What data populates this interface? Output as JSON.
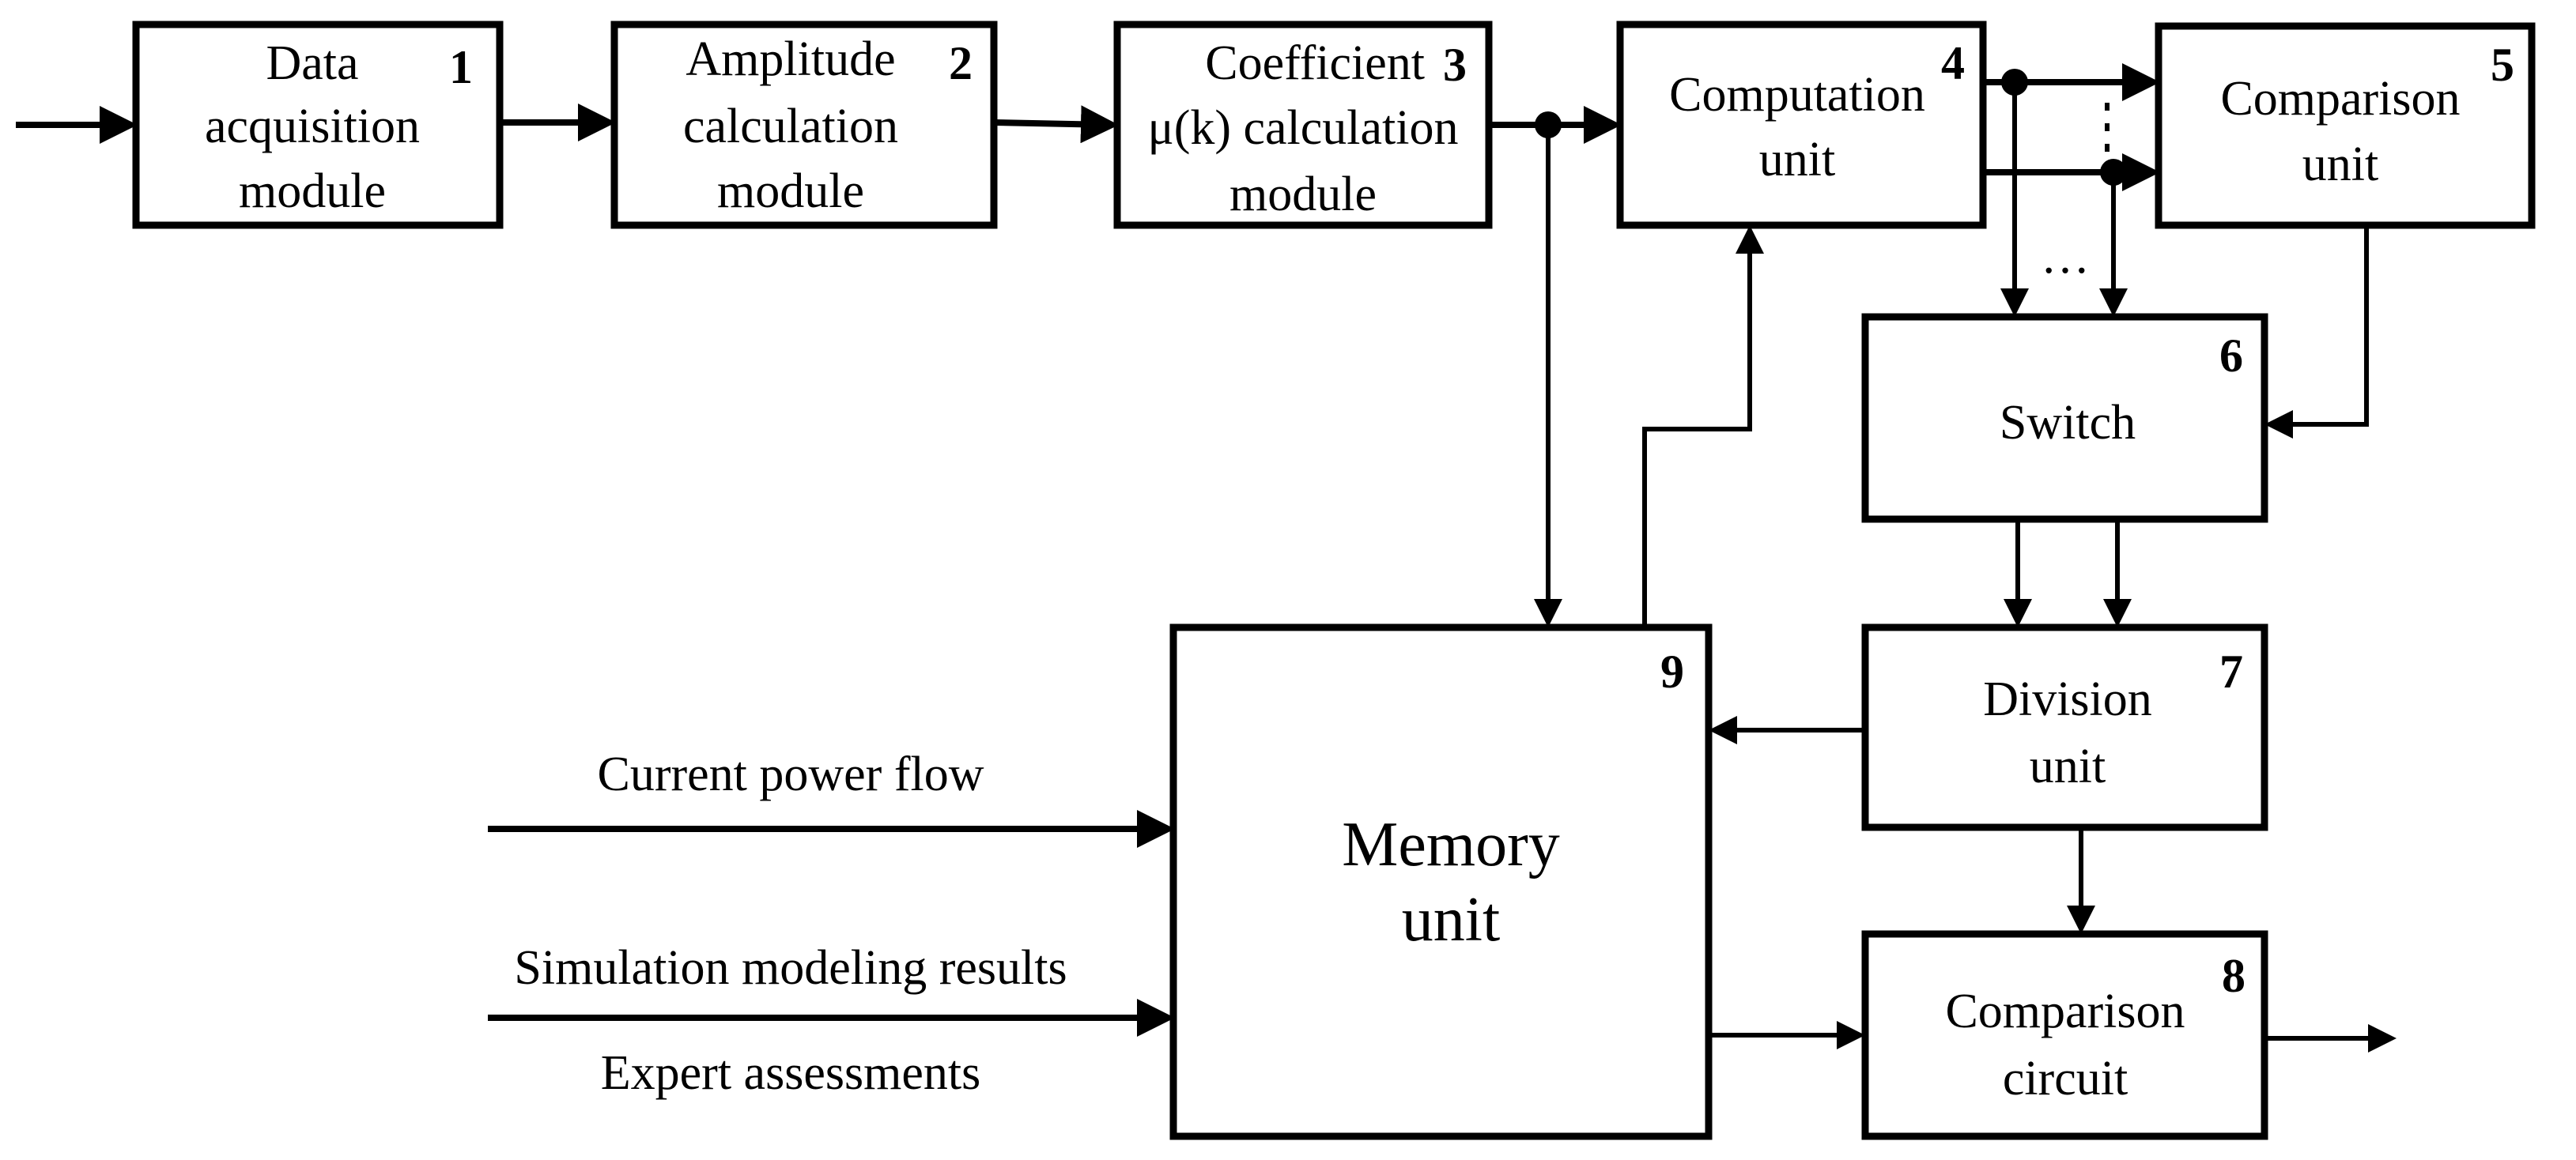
{
  "diagram": {
    "blocks": [
      {
        "id": "1",
        "lines": [
          "Data",
          "acquisition",
          "module"
        ]
      },
      {
        "id": "2",
        "lines": [
          "Amplitude",
          "calculation",
          "module"
        ]
      },
      {
        "id": "3",
        "lines": [
          "Coefficient",
          "μ(k) calculation",
          "module"
        ]
      },
      {
        "id": "4",
        "lines": [
          "Computation",
          "unit"
        ]
      },
      {
        "id": "5",
        "lines": [
          "Comparison",
          "unit"
        ]
      },
      {
        "id": "6",
        "lines": [
          "Switch"
        ]
      },
      {
        "id": "7",
        "lines": [
          "Division",
          "unit"
        ]
      },
      {
        "id": "8",
        "lines": [
          "Comparison",
          "circuit"
        ]
      },
      {
        "id": "9",
        "lines": [
          "Memory",
          "unit"
        ]
      }
    ],
    "inputs": {
      "current_power_flow": "Current power flow",
      "simulation_results": "Simulation modeling results",
      "expert_assessments": "Expert assessments"
    },
    "ellipsis_vertical": "⋮",
    "ellipsis_horizontal": "…"
  }
}
